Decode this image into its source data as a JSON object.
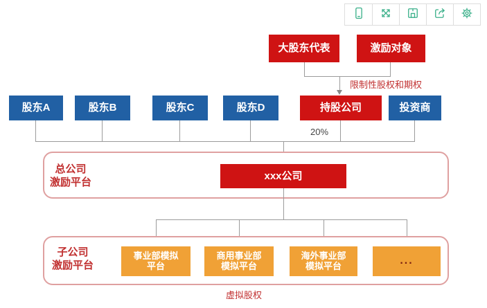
{
  "toolbar": {
    "buttons": [
      {
        "name": "mobile-preview"
      },
      {
        "name": "fullscreen"
      },
      {
        "name": "save"
      },
      {
        "name": "share"
      },
      {
        "name": "settings"
      }
    ]
  },
  "colors": {
    "node_red": "#cf1313",
    "node_blue": "#2160a4",
    "node_orange": "#f0a136",
    "toolbar_icon_teal": "#3bb08a",
    "container_border_pink": "#dfa0a0",
    "connector_gray": "#9b9b9b",
    "label_red": "#c13030"
  },
  "nodes": {
    "major_shareholder_rep": "大股东代表",
    "incentive_target": "激励对象",
    "shareholder_a": "股东A",
    "shareholder_b": "股东B",
    "shareholder_c": "股东C",
    "shareholder_d": "股东D",
    "holding_company": "持股公司",
    "investor": "投资商",
    "xxx_company": "xxx公司",
    "division_sim": {
      "line1": "事业部模拟",
      "line2": "平台"
    },
    "commercial_division_sim": {
      "line1": "商用事业部",
      "line2": "模拟平台"
    },
    "overseas_division_sim": {
      "line1": "海外事业部",
      "line2": "模拟平台"
    },
    "more": "..."
  },
  "groups": {
    "head_office": {
      "line1": "总公司",
      "line2": "激励平台"
    },
    "subsidiary": {
      "line1": "子公司",
      "line2": "激励平台"
    }
  },
  "edge_labels": {
    "restricted_equity_options": "限制性股权和期权",
    "percent_20": "20%",
    "virtual_equity": "虚拟股权"
  }
}
